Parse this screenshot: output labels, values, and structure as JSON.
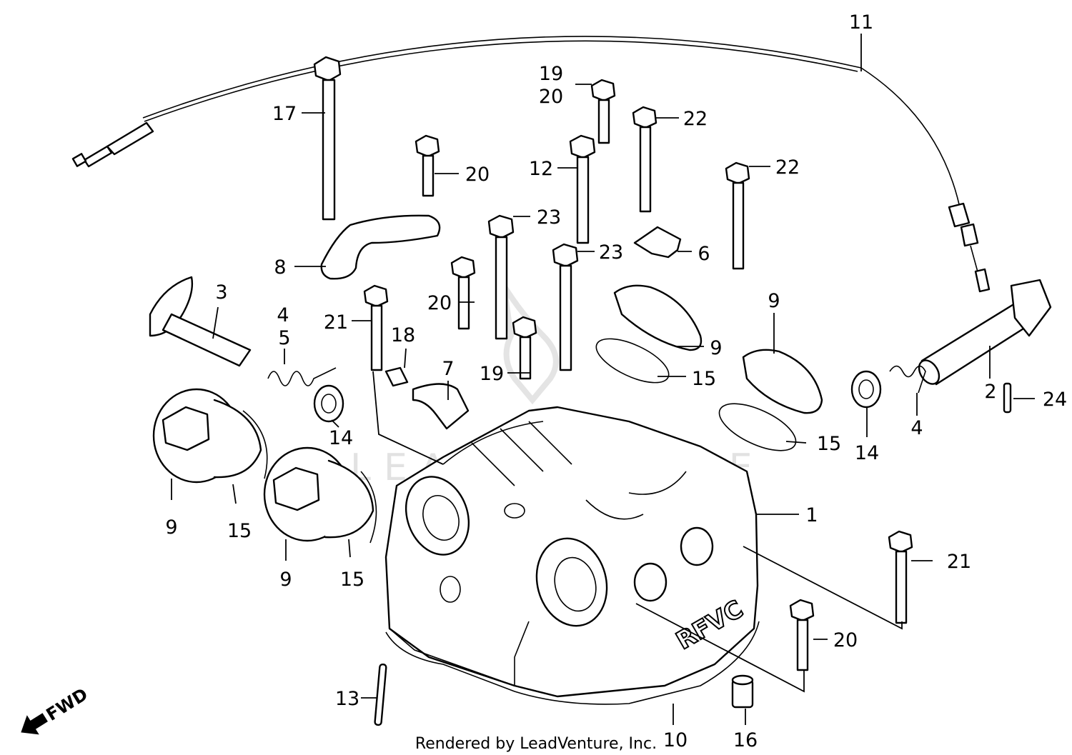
{
  "diagram": {
    "callouts": [
      {
        "id": "c1",
        "text": "1"
      },
      {
        "id": "c2",
        "text": "2"
      },
      {
        "id": "c3",
        "text": "3"
      },
      {
        "id": "c4a",
        "text": "4"
      },
      {
        "id": "c4b",
        "text": "4"
      },
      {
        "id": "c5",
        "text": "5"
      },
      {
        "id": "c6",
        "text": "6"
      },
      {
        "id": "c7",
        "text": "7"
      },
      {
        "id": "c8",
        "text": "8"
      },
      {
        "id": "c9a",
        "text": "9"
      },
      {
        "id": "c9b",
        "text": "9"
      },
      {
        "id": "c9c",
        "text": "9"
      },
      {
        "id": "c9d",
        "text": "9"
      },
      {
        "id": "c10",
        "text": "10"
      },
      {
        "id": "c11",
        "text": "11"
      },
      {
        "id": "c12",
        "text": "12"
      },
      {
        "id": "c13",
        "text": "13"
      },
      {
        "id": "c14a",
        "text": "14"
      },
      {
        "id": "c14b",
        "text": "14"
      },
      {
        "id": "c15a",
        "text": "15"
      },
      {
        "id": "c15b",
        "text": "15"
      },
      {
        "id": "c15c",
        "text": "15"
      },
      {
        "id": "c15d",
        "text": "15"
      },
      {
        "id": "c16",
        "text": "16"
      },
      {
        "id": "c17",
        "text": "17"
      },
      {
        "id": "c18",
        "text": "18"
      },
      {
        "id": "c19a",
        "text": "19"
      },
      {
        "id": "c19b",
        "text": "19"
      },
      {
        "id": "c20a",
        "text": "20"
      },
      {
        "id": "c20b",
        "text": "20"
      },
      {
        "id": "c20c",
        "text": "20"
      },
      {
        "id": "c20d",
        "text": "20"
      },
      {
        "id": "c21a",
        "text": "21"
      },
      {
        "id": "c21b",
        "text": "21"
      },
      {
        "id": "c22a",
        "text": "22"
      },
      {
        "id": "c22b",
        "text": "22"
      },
      {
        "id": "c23a",
        "text": "23"
      },
      {
        "id": "c23b",
        "text": "23"
      },
      {
        "id": "c24",
        "text": "24"
      }
    ],
    "head_cast_text": "RFVC",
    "fwd_label": "FWD",
    "credit": "Rendered by LeadVenture, Inc.",
    "watermark": "LEADVENTURE"
  }
}
